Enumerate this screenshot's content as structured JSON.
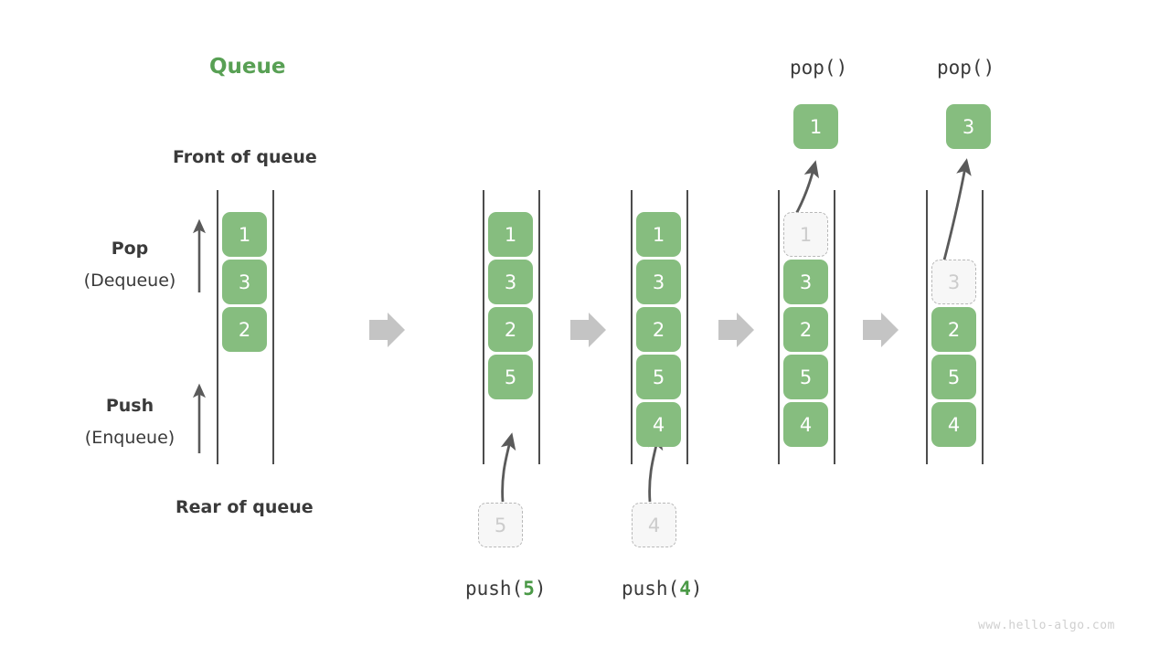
{
  "diagram": {
    "title": "Queue",
    "front_label": "Front of queue",
    "rear_label": "Rear of queue",
    "pop_label_bold": "Pop",
    "pop_label_sub": "(Dequeue)",
    "push_label_bold": "Push",
    "push_label_sub": "(Enqueue)",
    "watermark": "www.hello-algo.com",
    "colors": {
      "accent_green": "#58a054",
      "cell_green": "#86bd7f",
      "cell_text": "#ffffff",
      "ghost_fill": "#f7f7f7",
      "ghost_border": "#b9b9b9",
      "ghost_text": "#cccccc",
      "wall": "#4d4d4d",
      "arrow_gray": "#5a5a5a",
      "transition_arrow": "#c4c4c4",
      "text_dark": "#3a3a3a",
      "watermark": "#cfcfcf"
    }
  },
  "columns": [
    {
      "id": "initial",
      "caption": "",
      "header": "",
      "stack": [
        "1",
        "3",
        "2"
      ],
      "ghost_in": null,
      "popped": null
    },
    {
      "id": "push-5",
      "caption_prefix": "push(",
      "caption_num": "5",
      "caption_suffix": ")",
      "header": "",
      "stack": [
        "1",
        "3",
        "2",
        "5"
      ],
      "ghost_in": "5",
      "popped": null
    },
    {
      "id": "push-4",
      "caption_prefix": "push(",
      "caption_num": "4",
      "caption_suffix": ")",
      "header": "",
      "stack": [
        "1",
        "3",
        "2",
        "5",
        "4"
      ],
      "ghost_in": "4",
      "popped": null
    },
    {
      "id": "pop-1",
      "caption": "",
      "header": "pop()",
      "stack": [
        "3",
        "2",
        "5",
        "4"
      ],
      "ghost_out": "1",
      "popped": "1"
    },
    {
      "id": "pop-2",
      "caption": "",
      "header": "pop()",
      "stack": [
        "2",
        "5",
        "4"
      ],
      "ghost_out": "3",
      "popped": "3"
    }
  ],
  "cells": {
    "c0_0": "1",
    "c0_1": "3",
    "c0_2": "2",
    "c1_0": "1",
    "c1_1": "3",
    "c1_2": "2",
    "c1_3": "5",
    "c1_ghost": "5",
    "c2_0": "1",
    "c2_1": "3",
    "c2_2": "2",
    "c2_3": "5",
    "c2_4": "4",
    "c2_ghost": "4",
    "c3_ghost": "1",
    "c3_0": "3",
    "c3_1": "2",
    "c3_2": "5",
    "c3_3": "4",
    "c3_popped": "1",
    "c4_ghost": "3",
    "c4_0": "2",
    "c4_1": "5",
    "c4_2": "4",
    "c4_popped": "3",
    "hdr3": "pop()",
    "hdr4": "pop()"
  },
  "captions": {
    "push5_prefix": "push(",
    "push5_num": "5",
    "push5_suffix": ")",
    "push4_prefix": "push(",
    "push4_num": "4",
    "push4_suffix": ")"
  }
}
